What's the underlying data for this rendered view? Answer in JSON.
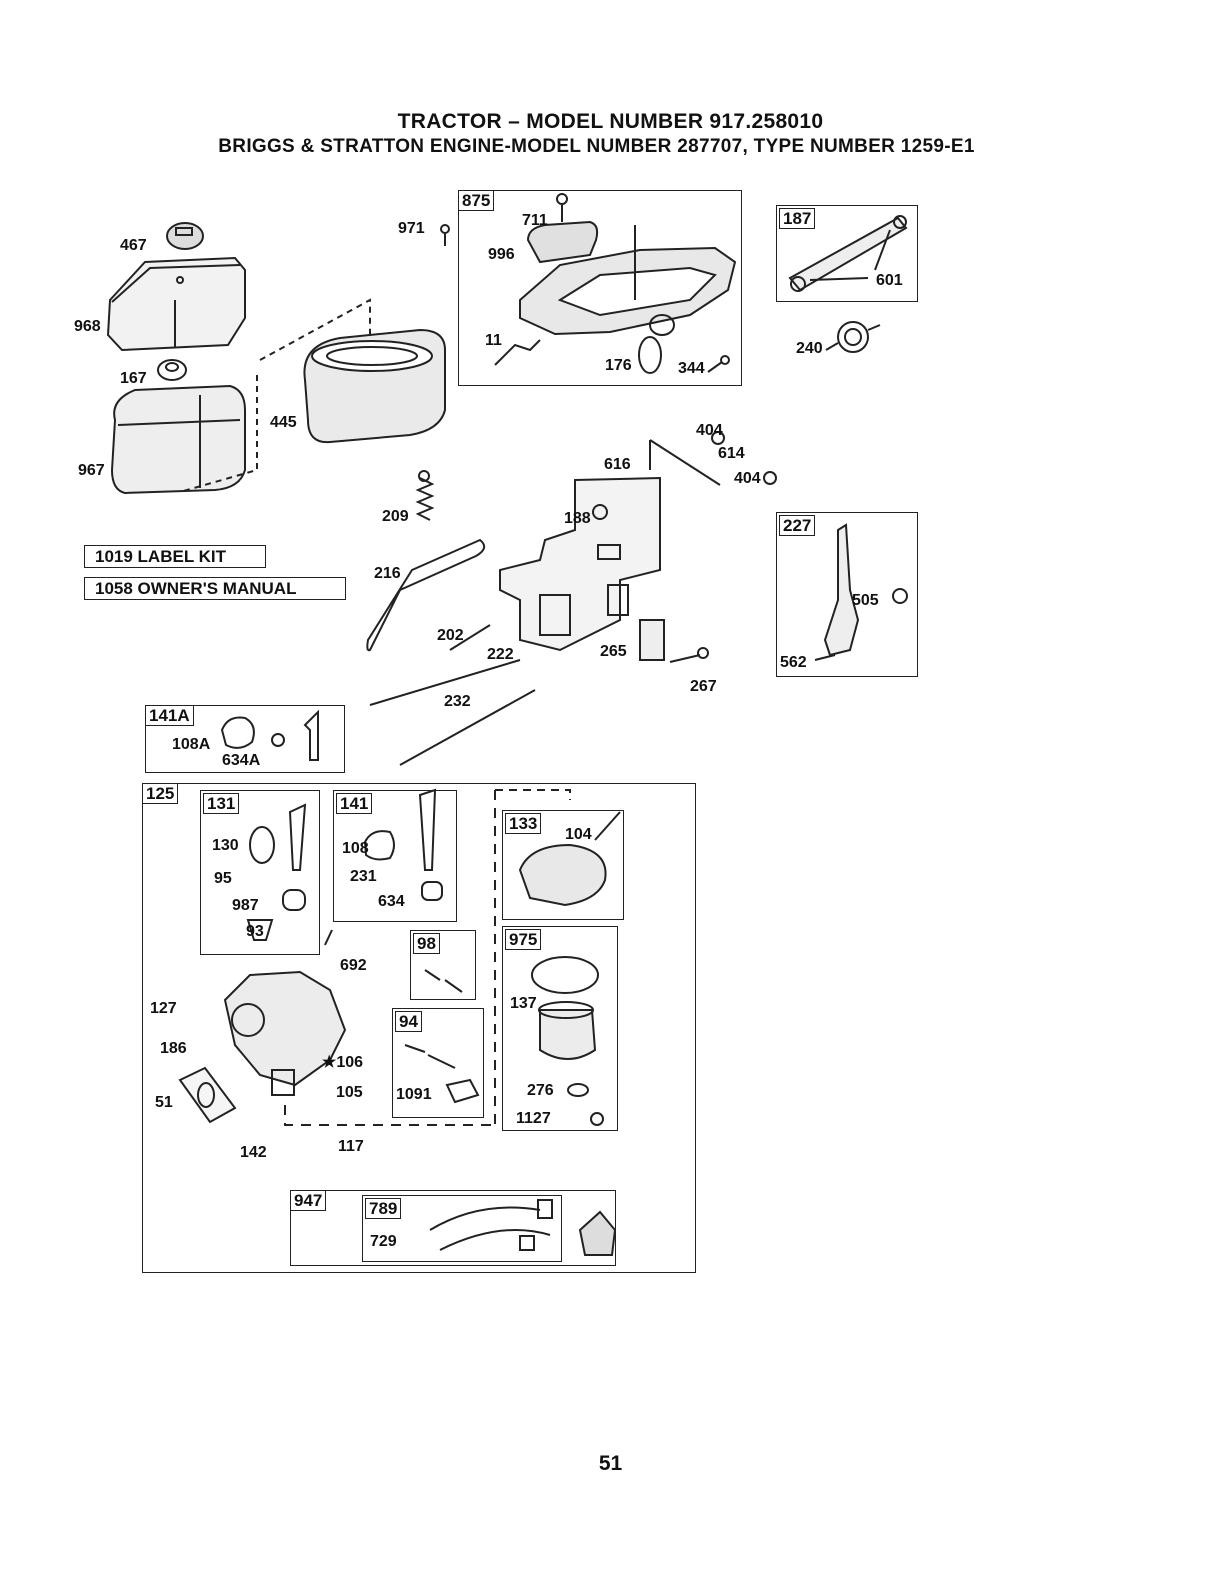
{
  "header": {
    "title": "TRACTOR – MODEL NUMBER 917.258010",
    "subtitle": "BRIGGS & STRATTON ENGINE-MODEL NUMBER 287707, TYPE NUMBER 1259-E1"
  },
  "kits": {
    "label_kit": "1019 LABEL KIT",
    "owners_manual": "1058 OWNER'S MANUAL"
  },
  "boxes": {
    "b875": "875",
    "b187": "187",
    "b227": "227",
    "b141a": "141A",
    "b125": "125",
    "b131": "131",
    "b141": "141",
    "b133": "133",
    "b98": "98",
    "b975": "975",
    "b94": "94",
    "b947": "947",
    "b789": "789"
  },
  "parts": {
    "p467": "467",
    "p968": "968",
    "p167": "167",
    "p967": "967",
    "p971": "971",
    "p445": "445",
    "p711": "711",
    "p996": "996",
    "p11": "11",
    "p176": "176",
    "p344": "344",
    "p601": "601",
    "p240": "240",
    "p404a": "404",
    "p614": "614",
    "p404b": "404",
    "p616": "616",
    "p188": "188",
    "p209": "209",
    "p216": "216",
    "p202": "202",
    "p222": "222",
    "p265": "265",
    "p267": "267",
    "p232": "232",
    "p505": "505",
    "p562": "562",
    "p108a": "108A",
    "p634a": "634A",
    "p130": "130",
    "p95": "95",
    "p987": "987",
    "p93": "93",
    "p108": "108",
    "p231": "231",
    "p634": "634",
    "p104": "104",
    "p692": "692",
    "p137": "137",
    "p127": "127",
    "p186": "186",
    "p51": "51",
    "p106": "★106",
    "p105": "105",
    "p1091": "1091",
    "p276": "276",
    "p1127": "1127",
    "p142": "142",
    "p117": "117",
    "p729": "729"
  },
  "page_number": "51"
}
